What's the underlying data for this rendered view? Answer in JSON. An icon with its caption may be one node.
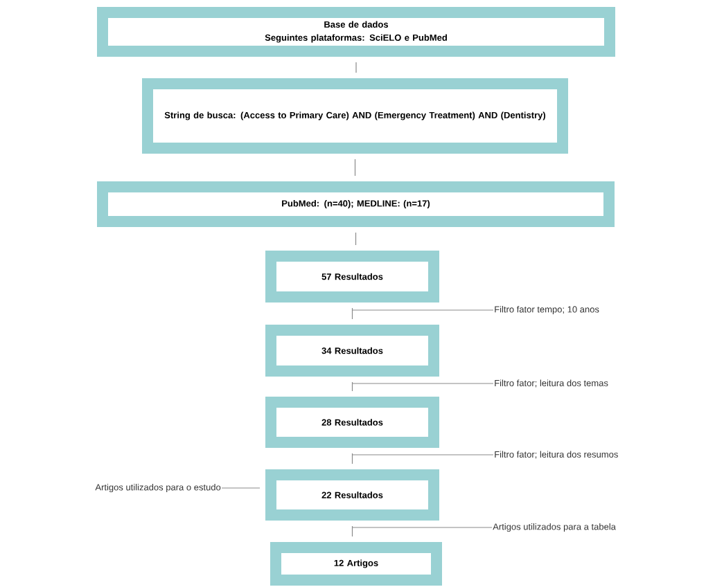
{
  "diagram": {
    "nodes": [
      {
        "text": [
          "Base de dados",
          "Seguintes plataformas: SciELO e PubMed"
        ]
      },
      {
        "text": [
          "String de busca: (Access to Primary Care) AND (Emergency Treatment) AND (Dentistry)"
        ]
      },
      {
        "text": [
          "PubMed: (n=40); MEDLINE: (n=17)"
        ]
      },
      {
        "text": [
          "57 Resultados"
        ]
      },
      {
        "text": [
          "34 Resultados"
        ]
      },
      {
        "text": [
          "28 Resultados"
        ]
      },
      {
        "text": [
          "22 Resultados"
        ]
      },
      {
        "text": [
          "12 Artigos"
        ]
      },
      {
        "text": [
          "Filtro fator tempo; 10 anos"
        ]
      },
      {
        "text": [
          "Filtro fator; leitura dos temas"
        ]
      },
      {
        "text": [
          "Filtro fator; leitura dos resumos"
        ]
      },
      {
        "text": [
          "Artigos utilizados para o estudo"
        ]
      },
      {
        "text": [
          "Artigos utilizados para a tabela"
        ]
      }
    ],
    "edges": [
      {
        "from": 0,
        "to": 1,
        "arrow": "none"
      },
      {
        "from": 1,
        "to": 2,
        "arrow": "none"
      },
      {
        "from": 2,
        "to": 3,
        "arrow": "none"
      },
      {
        "from": 3,
        "to": 4,
        "arrow": "none"
      },
      {
        "from": 4,
        "to": 5,
        "arrow": "none"
      },
      {
        "from": 5,
        "to": 6,
        "arrow": "none"
      },
      {
        "from": 6,
        "to": 7,
        "arrow": "none"
      },
      {
        "from": 8,
        "to": null,
        "arrow": "none"
      },
      {
        "from": 9,
        "to": null,
        "arrow": "none"
      },
      {
        "from": 10,
        "to": null,
        "arrow": "none"
      },
      {
        "from": 11,
        "to": 6,
        "arrow": "none"
      },
      {
        "from": 12,
        "to": null,
        "arrow": "none"
      }
    ]
  }
}
